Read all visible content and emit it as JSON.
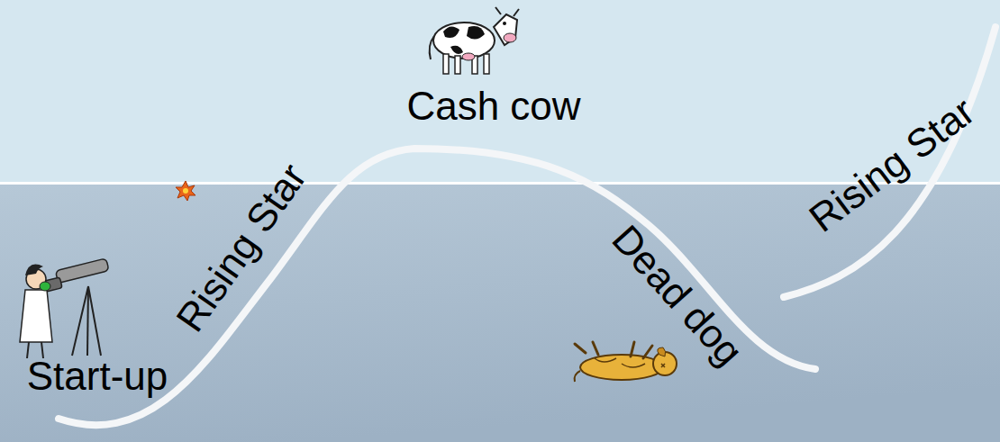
{
  "diagram": {
    "labels": [
      "Start-up",
      "Rising Star",
      "Cash cow",
      "Dead dog",
      "Rising Star"
    ]
  }
}
